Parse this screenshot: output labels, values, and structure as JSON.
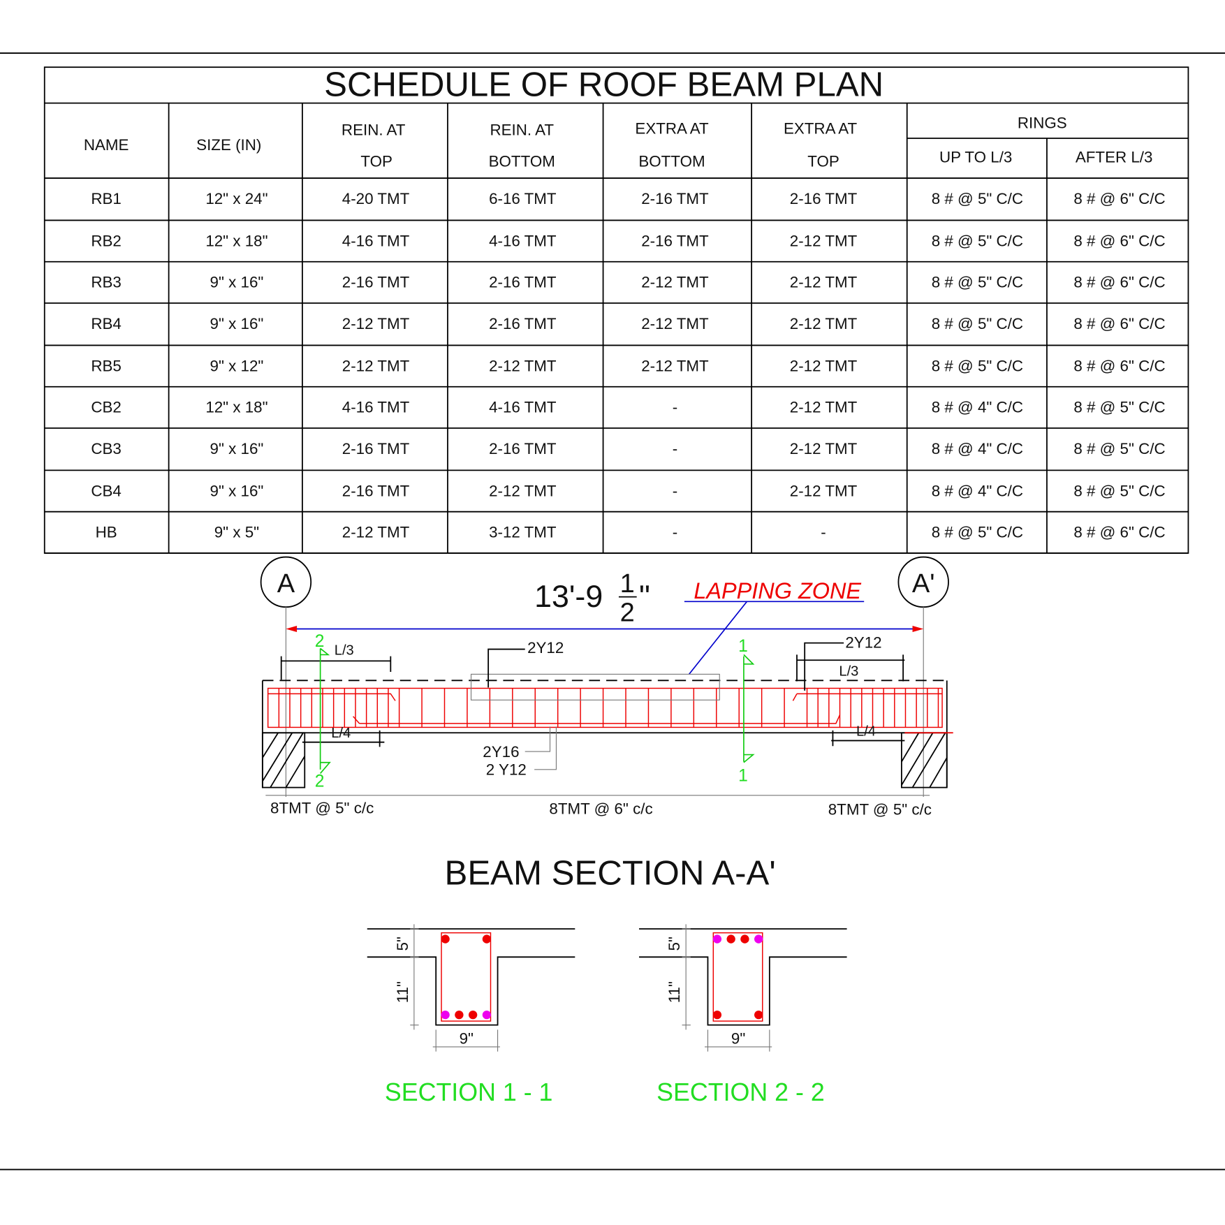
{
  "title": "SCHEDULE OF ROOF BEAM PLAN",
  "headers": {
    "name": "NAME",
    "size": "SIZE (IN)",
    "rein_top": [
      "REIN.  AT",
      "TOP"
    ],
    "rein_bottom": [
      "REIN.  AT",
      "BOTTOM"
    ],
    "extra_bottom": [
      "EXTRA AT",
      "BOTTOM"
    ],
    "extra_top": [
      "EXTRA AT",
      "TOP"
    ],
    "rings": "RINGS",
    "rings_up": "UP TO L/3",
    "rings_after": "AFTER L/3"
  },
  "rows": [
    [
      "RB1",
      "12\" x  24\"",
      "4-20 TMT",
      "6-16 TMT",
      "2-16 TMT",
      "2-16 TMT",
      "8 # @ 5\" C/C",
      "8 # @ 6\" C/C"
    ],
    [
      "RB2",
      "12\" x  18\"",
      "4-16 TMT",
      "4-16 TMT",
      "2-16 TMT",
      "2-12 TMT",
      "8 # @ 5\" C/C",
      "8 # @ 6\" C/C"
    ],
    [
      "RB3",
      "9\" x  16\"",
      "2-16 TMT",
      "2-16 TMT",
      "2-12 TMT",
      "2-12 TMT",
      "8 # @ 5\" C/C",
      "8 # @ 6\" C/C"
    ],
    [
      "RB4",
      "9\" x  16\"",
      "2-12 TMT",
      "2-16 TMT",
      "2-12 TMT",
      "2-12 TMT",
      "8 # @ 5\" C/C",
      "8 # @ 6\" C/C"
    ],
    [
      "RB5",
      "9\" x  12\"",
      "2-12 TMT",
      "2-12 TMT",
      "2-12 TMT",
      "2-12 TMT",
      "8 # @ 5\" C/C",
      "8 # @ 6\" C/C"
    ],
    [
      "CB2",
      "12\" x  18\"",
      "4-16 TMT",
      "4-16 TMT",
      "-",
      "2-12 TMT",
      "8 # @ 4\" C/C",
      "8 # @ 5\" C/C"
    ],
    [
      "CB3",
      "9\" x  16\"",
      "2-16 TMT",
      "2-16 TMT",
      "-",
      "2-12 TMT",
      "8 # @ 4\" C/C",
      "8 # @ 5\" C/C"
    ],
    [
      "CB4",
      "9\" x  16\"",
      "2-16 TMT",
      "2-12 TMT",
      "-",
      "2-12 TMT",
      "8 # @ 4\" C/C",
      "8 # @ 5\" C/C"
    ],
    [
      "HB",
      "9\" x  5\"",
      "2-12 TMT",
      "3-12 TMT",
      "-",
      "-",
      "8 # @ 5\" C/C",
      "8 # @ 6\" C/C"
    ]
  ],
  "beam": {
    "grid_left": "A",
    "grid_right": "A'",
    "span_main": "13'-9",
    "span_num": "1",
    "span_den": "2",
    "span_inch": "\"",
    "lapping_zone": "LAPPING ZONE",
    "top_bar_mid": "2Y12",
    "top_bar_right": "2Y12",
    "l3_left": "L/3",
    "l3_right": "L/3",
    "l4_left": "L/4",
    "l4_right": "L/4",
    "bottom_bar_1": "2Y16",
    "bottom_bar_2": "2 Y12",
    "sec_mark_2": "2",
    "sec_mark_1": "1",
    "stirrup_left": "8TMT @ 5\" c/c",
    "stirrup_mid": "8TMT @ 6\" c/c",
    "stirrup_right": "8TMT @ 5\" c/c",
    "title": "BEAM SECTION A-A'"
  },
  "sections": [
    {
      "title": "SECTION 1 - 1",
      "slab": "5\"",
      "depth": "11\"",
      "width": "9\""
    },
    {
      "title": "SECTION 2 - 2",
      "slab": "5\"",
      "depth": "11\"",
      "width": "9\""
    }
  ],
  "colors": {
    "rebar": "#e00000",
    "extra_bar": "#e000e0",
    "section_label": "#22dd22",
    "lapping": "#e00000"
  }
}
